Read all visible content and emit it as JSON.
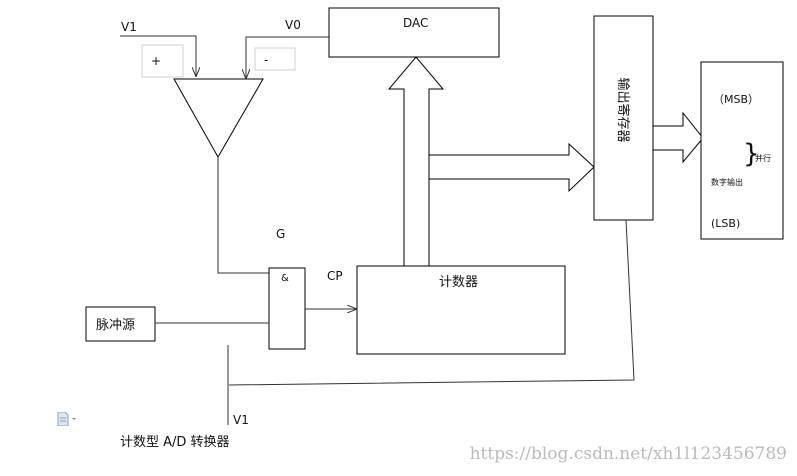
{
  "labels": {
    "v1_top": "V1",
    "v0": "V0",
    "plus": "+",
    "minus": "-",
    "dac": "DAC",
    "g": "G",
    "and_gate_symbol": "&",
    "cp": "CP",
    "counter": "计数器",
    "pulse_source": "脉冲源",
    "output_register": "输出寄存器",
    "msb": "（MSB）",
    "parallel": "并行",
    "digital_output": "数字输出",
    "lsb": "(LSB)",
    "v1_bottom": "V1",
    "caption": "计数型 A/D 转换器"
  },
  "watermark": "https://blog.csdn.net/xh1l123456789",
  "icons": [
    "document-icon",
    "brace-icon"
  ],
  "colors": {
    "line": "#333333",
    "box_border": "#000000",
    "watermark": "#bbbbbb",
    "faint_border": "#d0d0d0"
  }
}
